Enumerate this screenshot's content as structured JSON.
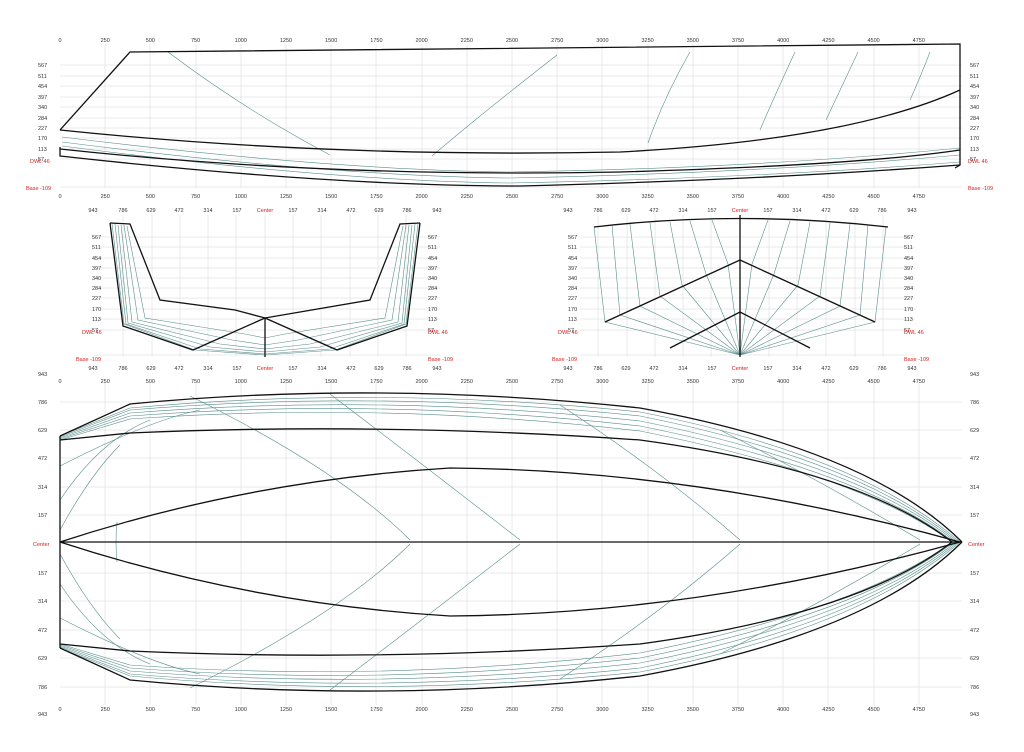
{
  "labels": {
    "lengths": [
      "0",
      "250",
      "500",
      "750",
      "1000",
      "1250",
      "1500",
      "1750",
      "2000",
      "2250",
      "2500",
      "2750",
      "3000",
      "3250",
      "3500",
      "3750",
      "4000",
      "4250",
      "4500",
      "4750"
    ],
    "heights": [
      "567",
      "511",
      "454",
      "397",
      "340",
      "284",
      "227",
      "170",
      "113",
      "57"
    ],
    "half_breadths": [
      "943",
      "786",
      "629",
      "472",
      "314",
      "157"
    ],
    "center": "Center",
    "dwl": "DWL 46",
    "base": "Base -109"
  },
  "colors": {
    "hull_line": "#111111",
    "station_line": "#5a8f8c",
    "grid": "#d6d6d6",
    "label": "#333333",
    "reference_label": "#d62020"
  }
}
